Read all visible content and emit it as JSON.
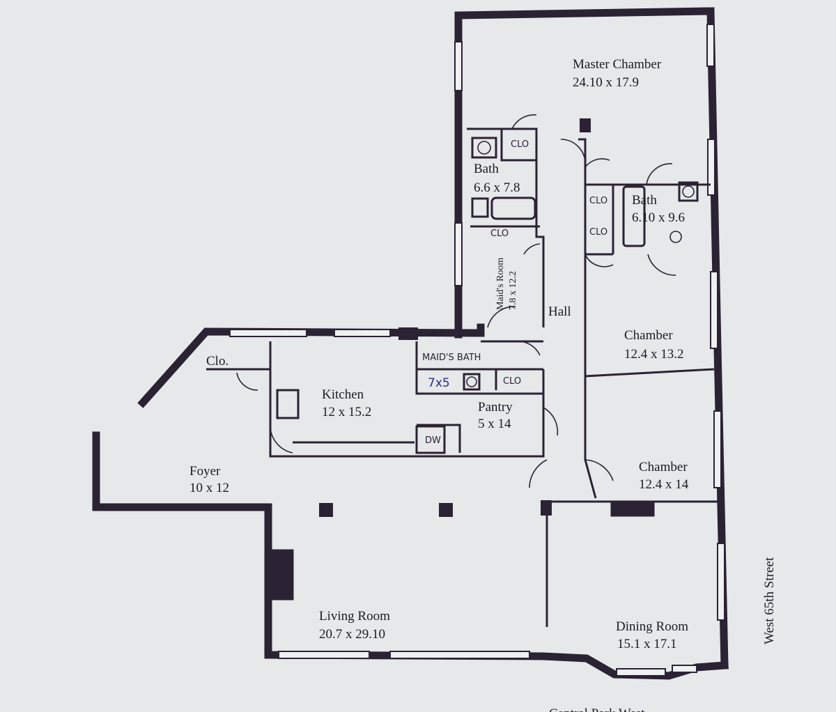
{
  "rooms": [
    {
      "name": "Master Chamber",
      "dims": "24.10 x 17.9"
    },
    {
      "name": "Bath",
      "dims": "6.6 x 7.8"
    },
    {
      "name": "Bath",
      "dims": "6.10 x 9.6"
    },
    {
      "name": "Maid's Room",
      "dims": "7.8 x 12.2"
    },
    {
      "name": "Hall"
    },
    {
      "name": "Chamber",
      "dims": "12.4 x 13.2"
    },
    {
      "name": "Kitchen",
      "dims": "12 x 15.2"
    },
    {
      "name": "Pantry",
      "dims": "5 x 14"
    },
    {
      "name": "Chamber",
      "dims": "12.4 x 14"
    },
    {
      "name": "Foyer",
      "dims": "10 x 12"
    },
    {
      "name": "Clo."
    },
    {
      "name": "Living Room",
      "dims": "20.7 x 29.10"
    },
    {
      "name": "Dining Room",
      "dims": "15.1 x 17.1"
    }
  ],
  "handwritten": {
    "clo_master_bath": "CLO",
    "clo_hall_1": "CLO",
    "clo_hall_2": "CLO",
    "clo_maid": "CLO",
    "maids_bath": "MAID'S BATH",
    "maids_bath_dims": "7x5",
    "clo_pantry": "CLO",
    "dw": "DW"
  },
  "streets": {
    "east": "West 65th Street",
    "south": "Central Park West"
  }
}
